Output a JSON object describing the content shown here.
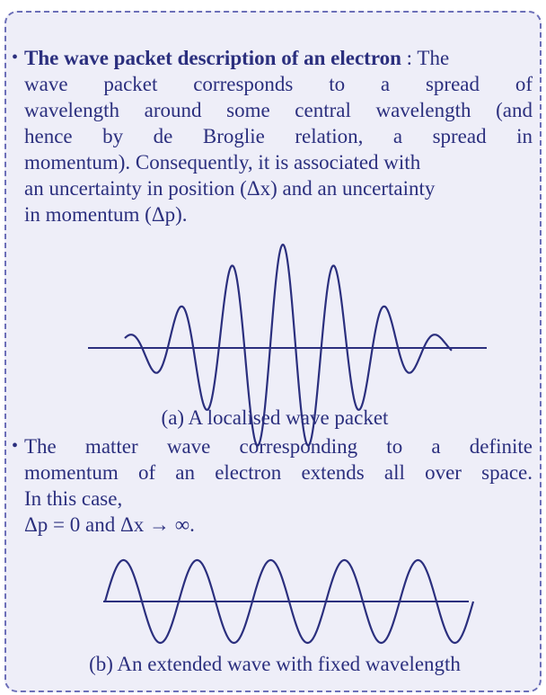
{
  "section1": {
    "bullet": "•",
    "lead": "The wave packet description of an electron",
    "lines": [
      ": The",
      "wave packet corresponds to a spread of",
      "wavelength around some central wavelength (and",
      "hence by de Broglie relation, a spread in",
      "momentum). Consequently, it is associated with",
      "an uncertainty in position (Δx) and an uncertainty",
      "in momentum (Δp)."
    ]
  },
  "figure_a": {
    "caption": "(a)  A localised wave packet"
  },
  "section2": {
    "bullet": "•",
    "lines": [
      "The matter wave corresponding to a definite",
      "momentum of an electron extends all over space.",
      "In this case,",
      "Δp = 0 and Δx → ∞."
    ]
  },
  "figure_b": {
    "caption": "(b)  An extended wave with fixed wavelength"
  }
}
